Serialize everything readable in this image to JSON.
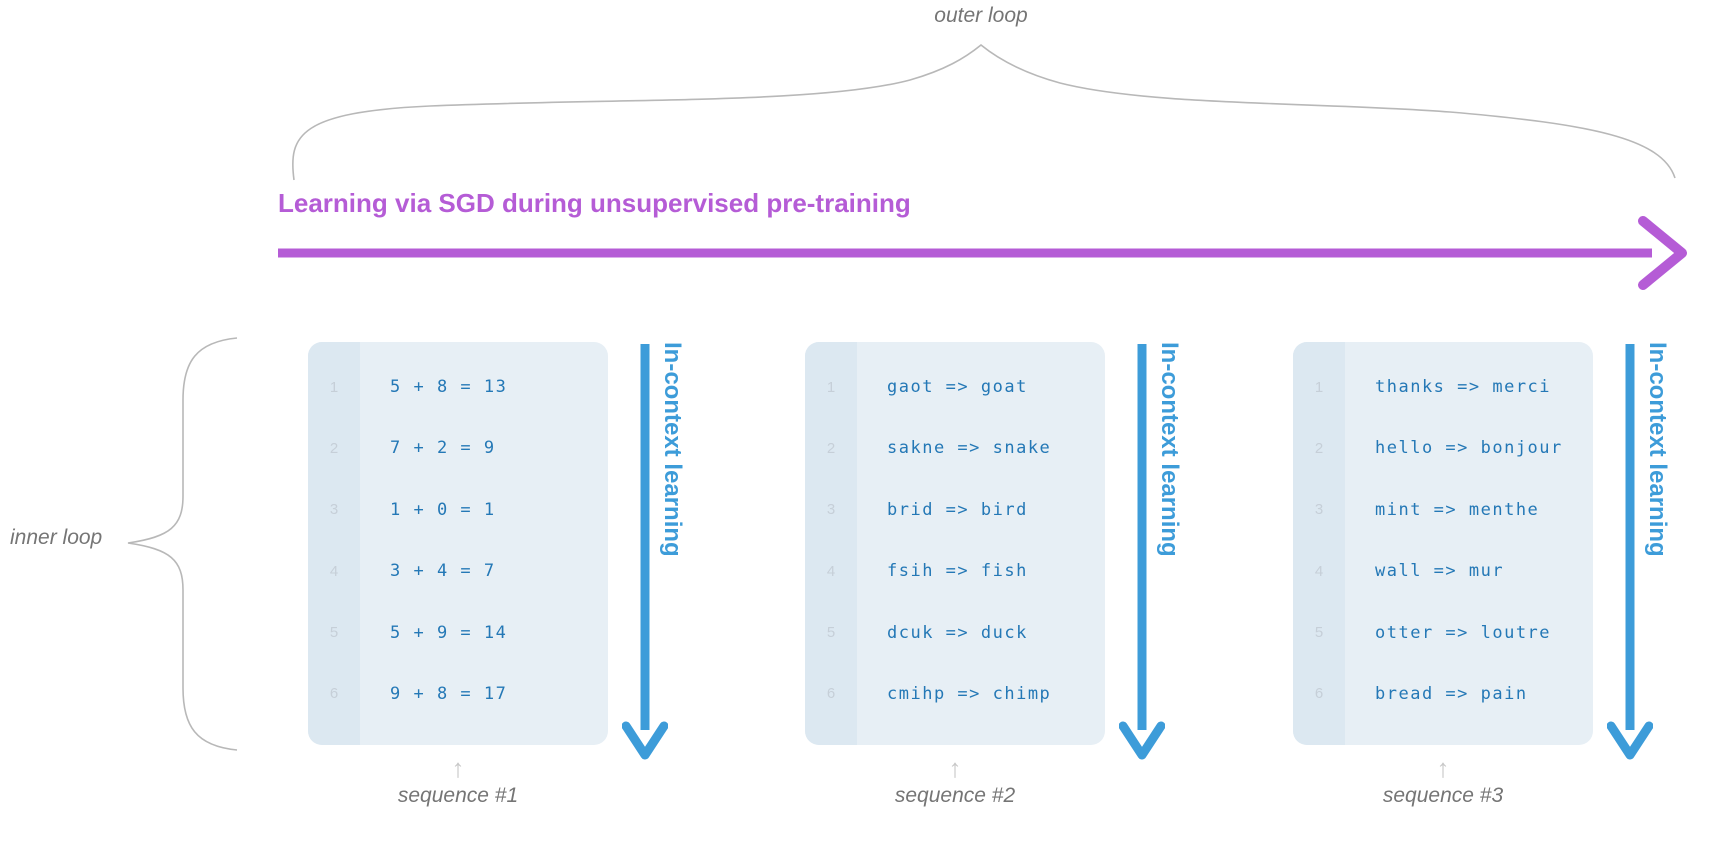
{
  "labels": {
    "outer_loop": "outer loop",
    "inner_loop": "inner loop",
    "sgd_title": "Learning via SGD during unsupervised pre-training",
    "in_context": "In-context learning"
  },
  "icons": {
    "up_arrow": "↑"
  },
  "line_numbers": [
    "1",
    "2",
    "3",
    "4",
    "5",
    "6"
  ],
  "sequences": [
    {
      "caption": "sequence #1",
      "lines": [
        "5 + 8 = 13",
        "7 + 2 = 9",
        "1 + 0 = 1",
        "3 + 4 = 7",
        "5 + 9 = 14",
        "9 + 8 = 17"
      ]
    },
    {
      "caption": "sequence #2",
      "lines": [
        "gaot => goat",
        "sakne => snake",
        "brid => bird",
        "fsih => fish",
        "dcuk => duck",
        "cmihp => chimp"
      ]
    },
    {
      "caption": "sequence #3",
      "lines": [
        "thanks => merci",
        "hello => bonjour",
        "mint => menthe",
        "wall => mur",
        "otter => loutre",
        "bread => pain"
      ]
    }
  ],
  "colors": {
    "purple_accent": "#b55cd6",
    "blue_accent": "#3d9cd9",
    "code_text": "#2478b6",
    "box_background": "#e7eff5",
    "gutter_background": "#dce8f1",
    "line_number": "#c6cfd8",
    "gray_label": "#757575",
    "brace_stroke": "#b8b8b8"
  }
}
